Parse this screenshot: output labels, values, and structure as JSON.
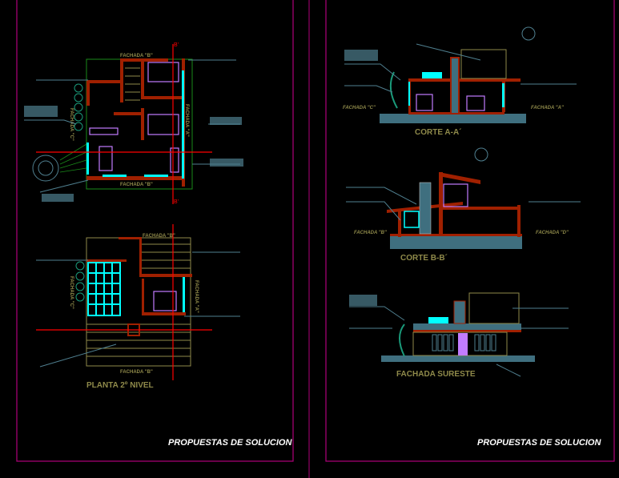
{
  "sheets": [
    {
      "footer_title": "PROPUESTAS DE SOLUCION",
      "plan_1": {
        "facade_top": "FACHADA \"B\"",
        "facade_bottom": "FACHADA \"B\"",
        "facade_right": "FACHADA \"A\"",
        "facade_left": "FACHADA \"C\"",
        "section_marker_top": "B'",
        "section_marker_bottom": "B'"
      },
      "plan_2": {
        "title": "PLANTA 2º NIVEL",
        "facade_top": "FACHADA \"B\"",
        "facade_bottom": "FACHADA \"B\"",
        "facade_right": "FACHADA \"A\"",
        "facade_left": "FACHADA \"C\""
      }
    },
    {
      "footer_title": "PROPUESTAS DE SOLUCION",
      "section_aa": {
        "title": "CORTE A-A´",
        "left_label": "FACHADA \"C\"",
        "right_label": "FACHADA \"A\""
      },
      "section_bb": {
        "title": "CORTE B-B´",
        "left_label": "FACHADA \"B\"",
        "right_label": "FACHADA \"D\""
      },
      "elevation": {
        "title": "FACHADA SURESTE"
      }
    }
  ],
  "colors": {
    "border": "#b0007a",
    "wall": "#a02000",
    "glass": "#00ffff",
    "furniture": "#c27cff",
    "label": "#8f8a4a",
    "section_line": "#ff0000",
    "note": "#4f7f8f"
  }
}
